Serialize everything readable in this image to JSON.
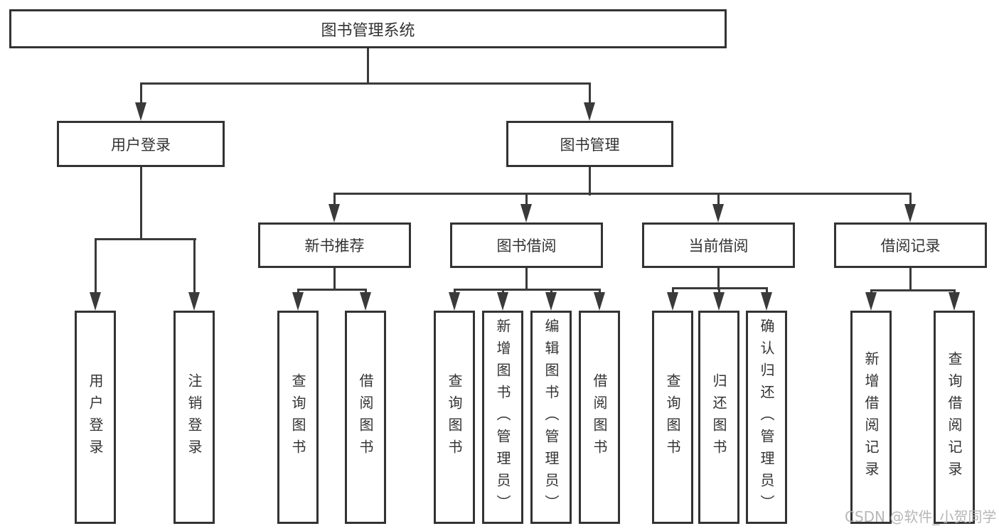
{
  "tree": {
    "label": "图书管理系统",
    "children": [
      {
        "label": "用户登录",
        "children": [
          {
            "label": "用户登录"
          },
          {
            "label": "注销登录"
          }
        ]
      },
      {
        "label": "图书管理",
        "children": [
          {
            "label": "新书推荐",
            "children": [
              {
                "label": "查询图书"
              },
              {
                "label": "借阅图书"
              }
            ]
          },
          {
            "label": "图书借阅",
            "children": [
              {
                "label": "查询图书"
              },
              {
                "label": "新增图书（管理员）"
              },
              {
                "label": "编辑图书（管理员）"
              },
              {
                "label": "借阅图书"
              }
            ]
          },
          {
            "label": "当前借阅",
            "children": [
              {
                "label": "查询图书"
              },
              {
                "label": "归还图书"
              },
              {
                "label": "确认归还（管理员）"
              }
            ]
          },
          {
            "label": "借阅记录",
            "children": [
              {
                "label": "新增借阅记录"
              },
              {
                "label": "查询借阅记录"
              }
            ]
          }
        ]
      }
    ]
  },
  "watermark": "CSDN @软件_小贺同学",
  "colors": {
    "line": "#3a3a3a",
    "box_border": "#333333",
    "text": "#333333",
    "watermark_text": "#afafaf",
    "background": "#ffffff"
  }
}
